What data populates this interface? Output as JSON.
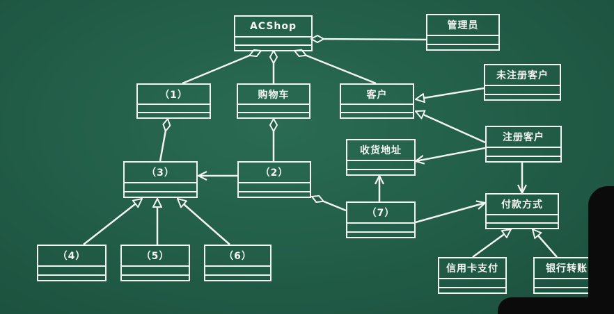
{
  "diagram": {
    "classes": {
      "acshop": "ACShop",
      "admin": "管理员",
      "c1": "（1）",
      "cart": "购物车",
      "customer": "客户",
      "unregistered": "未注册客户",
      "registered": "注册客户",
      "address": "收货地址",
      "c3": "（3）",
      "c2": "（2）",
      "c7": "（7）",
      "payment": "付款方式",
      "c4": "（4）",
      "c5": "（5）",
      "c6": "（6）",
      "credit": "信用卡支付",
      "bank": "银行转账"
    }
  },
  "colors": {
    "board": "#215c47",
    "chalk": "#f2f4ef"
  }
}
